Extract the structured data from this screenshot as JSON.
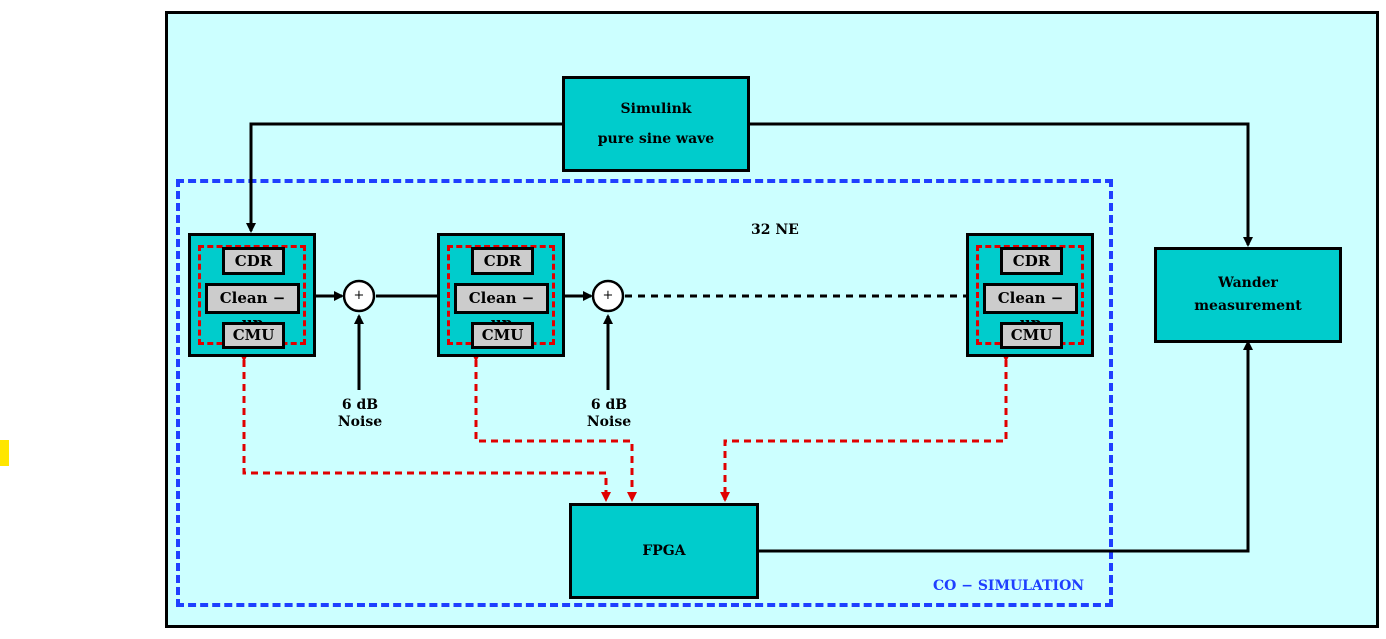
{
  "sources": {
    "simulink_title": "Simulink",
    "simulink_subtitle": "pure sine wave"
  },
  "wander": {
    "line1": "Wander",
    "line2": "measurement"
  },
  "fpga_label": "FPGA",
  "cosim_label": "CO − SIMULATION",
  "ne_count_label": "32 NE",
  "ne_blocks": [
    {
      "cdr": "CDR",
      "clean": "Clean − up",
      "cmu": "CMU"
    },
    {
      "cdr": "CDR",
      "clean": "Clean − up",
      "cmu": "CMU"
    },
    {
      "cdr": "CDR",
      "clean": "Clean − up",
      "cmu": "CMU"
    }
  ],
  "adder_symbol": "+",
  "noise": [
    {
      "line1": "6 dB",
      "line2": "Noise"
    },
    {
      "line1": "6 dB",
      "line2": "Noise"
    }
  ],
  "colors": {
    "block_fill": "#00cccc",
    "background": "#ccffff",
    "cosim_border": "#1f3fff",
    "control_link": "#e00000"
  }
}
